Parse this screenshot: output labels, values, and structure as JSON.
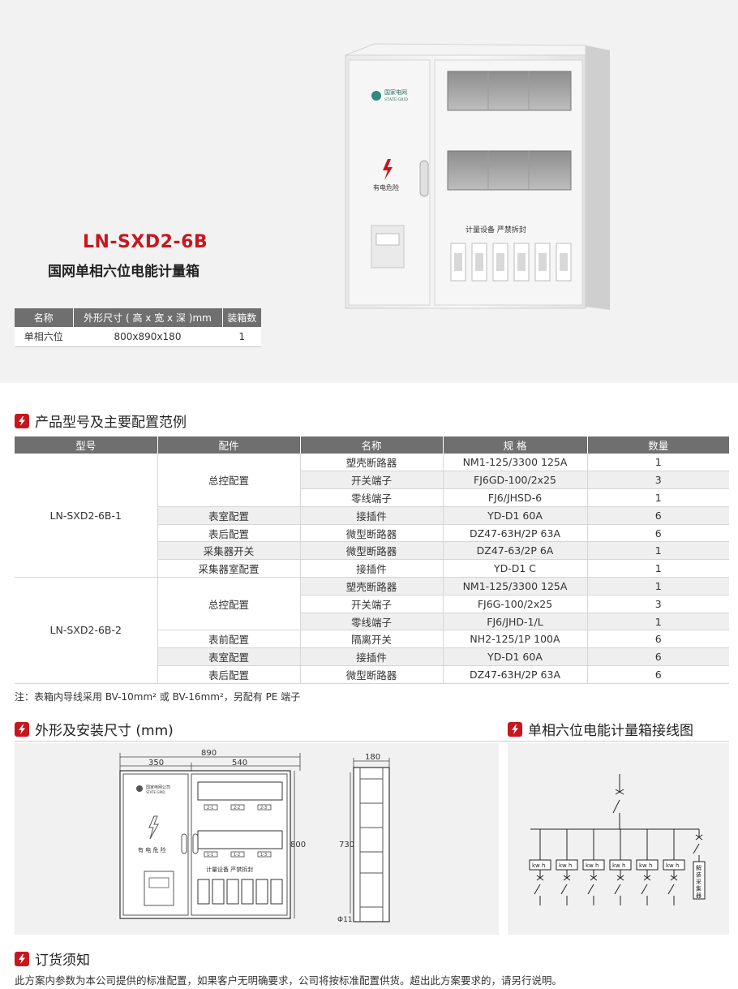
{
  "hero": {
    "model": "LN-SXD2-6B",
    "product_name": "国网单相六位电能计量箱",
    "spec_table": {
      "headers": [
        "名称",
        "外形尺寸 ( 高 x 宽 x 深 )mm",
        "装箱数"
      ],
      "row": [
        "单相六位",
        "800x890x180",
        "1"
      ]
    },
    "box_labels": {
      "brand_cn": "国家电网",
      "brand_en": "STATE GRID",
      "danger": "有电危险",
      "seal_note": "计量设备 严禁拆封"
    }
  },
  "sections": {
    "config": "产品型号及主要配置范例",
    "dimensions": "外形及安装尺寸 (mm)",
    "wiring": "单相六位电能计量箱接线图",
    "ordering": "订货须知"
  },
  "config_table": {
    "headers": [
      "型号",
      "配件",
      "名称",
      "规 格",
      "数量"
    ],
    "groups": [
      {
        "model": "LN-SXD2-6B-1",
        "rows": [
          {
            "part": "总控配置",
            "span": 3,
            "name": "塑壳断路器",
            "spec": "NM1-125/3300 125A",
            "qty": "1"
          },
          {
            "part": null,
            "name": "开关端子",
            "spec": "FJ6GD-100/2x25",
            "qty": "3"
          },
          {
            "part": null,
            "name": "零线端子",
            "spec": "FJ6/JHSD-6",
            "qty": "1"
          },
          {
            "part": "表室配置",
            "span": 1,
            "name": "接插件",
            "spec": "YD-D1 60A",
            "qty": "6"
          },
          {
            "part": "表后配置",
            "span": 1,
            "name": "微型断路器",
            "spec": "DZ47-63H/2P 63A",
            "qty": "6"
          },
          {
            "part": "采集器开关",
            "span": 1,
            "name": "微型断路器",
            "spec": "DZ47-63/2P 6A",
            "qty": "1"
          },
          {
            "part": "采集器室配置",
            "span": 1,
            "name": "接插件",
            "spec": "YD-D1 C",
            "qty": "1"
          }
        ]
      },
      {
        "model": "LN-SXD2-6B-2",
        "rows": [
          {
            "part": "总控配置",
            "span": 3,
            "name": "塑壳断路器",
            "spec": "NM1-125/3300 125A",
            "qty": "1"
          },
          {
            "part": null,
            "name": "开关端子",
            "spec": "FJ6G-100/2x25",
            "qty": "3"
          },
          {
            "part": null,
            "name": "零线端子",
            "spec": "FJ6/JHD-1/L",
            "qty": "1"
          },
          {
            "part": "表前配置",
            "span": 1,
            "name": "隔离开关",
            "spec": "NH2-125/1P  100A",
            "qty": "6"
          },
          {
            "part": "表室配置",
            "span": 1,
            "name": "接插件",
            "spec": "YD-D1 60A",
            "qty": "6"
          },
          {
            "part": "表后配置",
            "span": 1,
            "name": "微型断路器",
            "spec": "DZ47-63H/2P 63A",
            "qty": "6"
          }
        ]
      }
    ]
  },
  "note": "注：表箱内导线采用 BV-10mm² 或 BV-16mm²，另配有 PE 端子",
  "dimension_drawing": {
    "total_width": "890",
    "left_width": "350",
    "right_width": "540",
    "height": "800",
    "depth": "180",
    "inner_height": "730",
    "hole": "Φ11",
    "brand": "国家电网公司",
    "brand_en": "STATE GRID",
    "danger": "有 电 危 险",
    "seal_note": "计量设备  严禁拆封",
    "meter_tags": [
      "2-1",
      "2-2",
      "2-3",
      "1-1",
      "1-2",
      "1-3"
    ]
  },
  "wiring_diagram": {
    "meter_label": "kw h",
    "collector_label": "解装采集器"
  },
  "ordering_text": "此方案内参数为本公司提供的标准配置，如果客户无明确要求，公司将按标准配置供货。超出此方案要求的，请另行说明。",
  "colors": {
    "accent": "#c8161d",
    "header_gray": "#6f6f6f",
    "hero_bg": "#f2f2f2",
    "drawing_bg": "#f1f1f1"
  }
}
